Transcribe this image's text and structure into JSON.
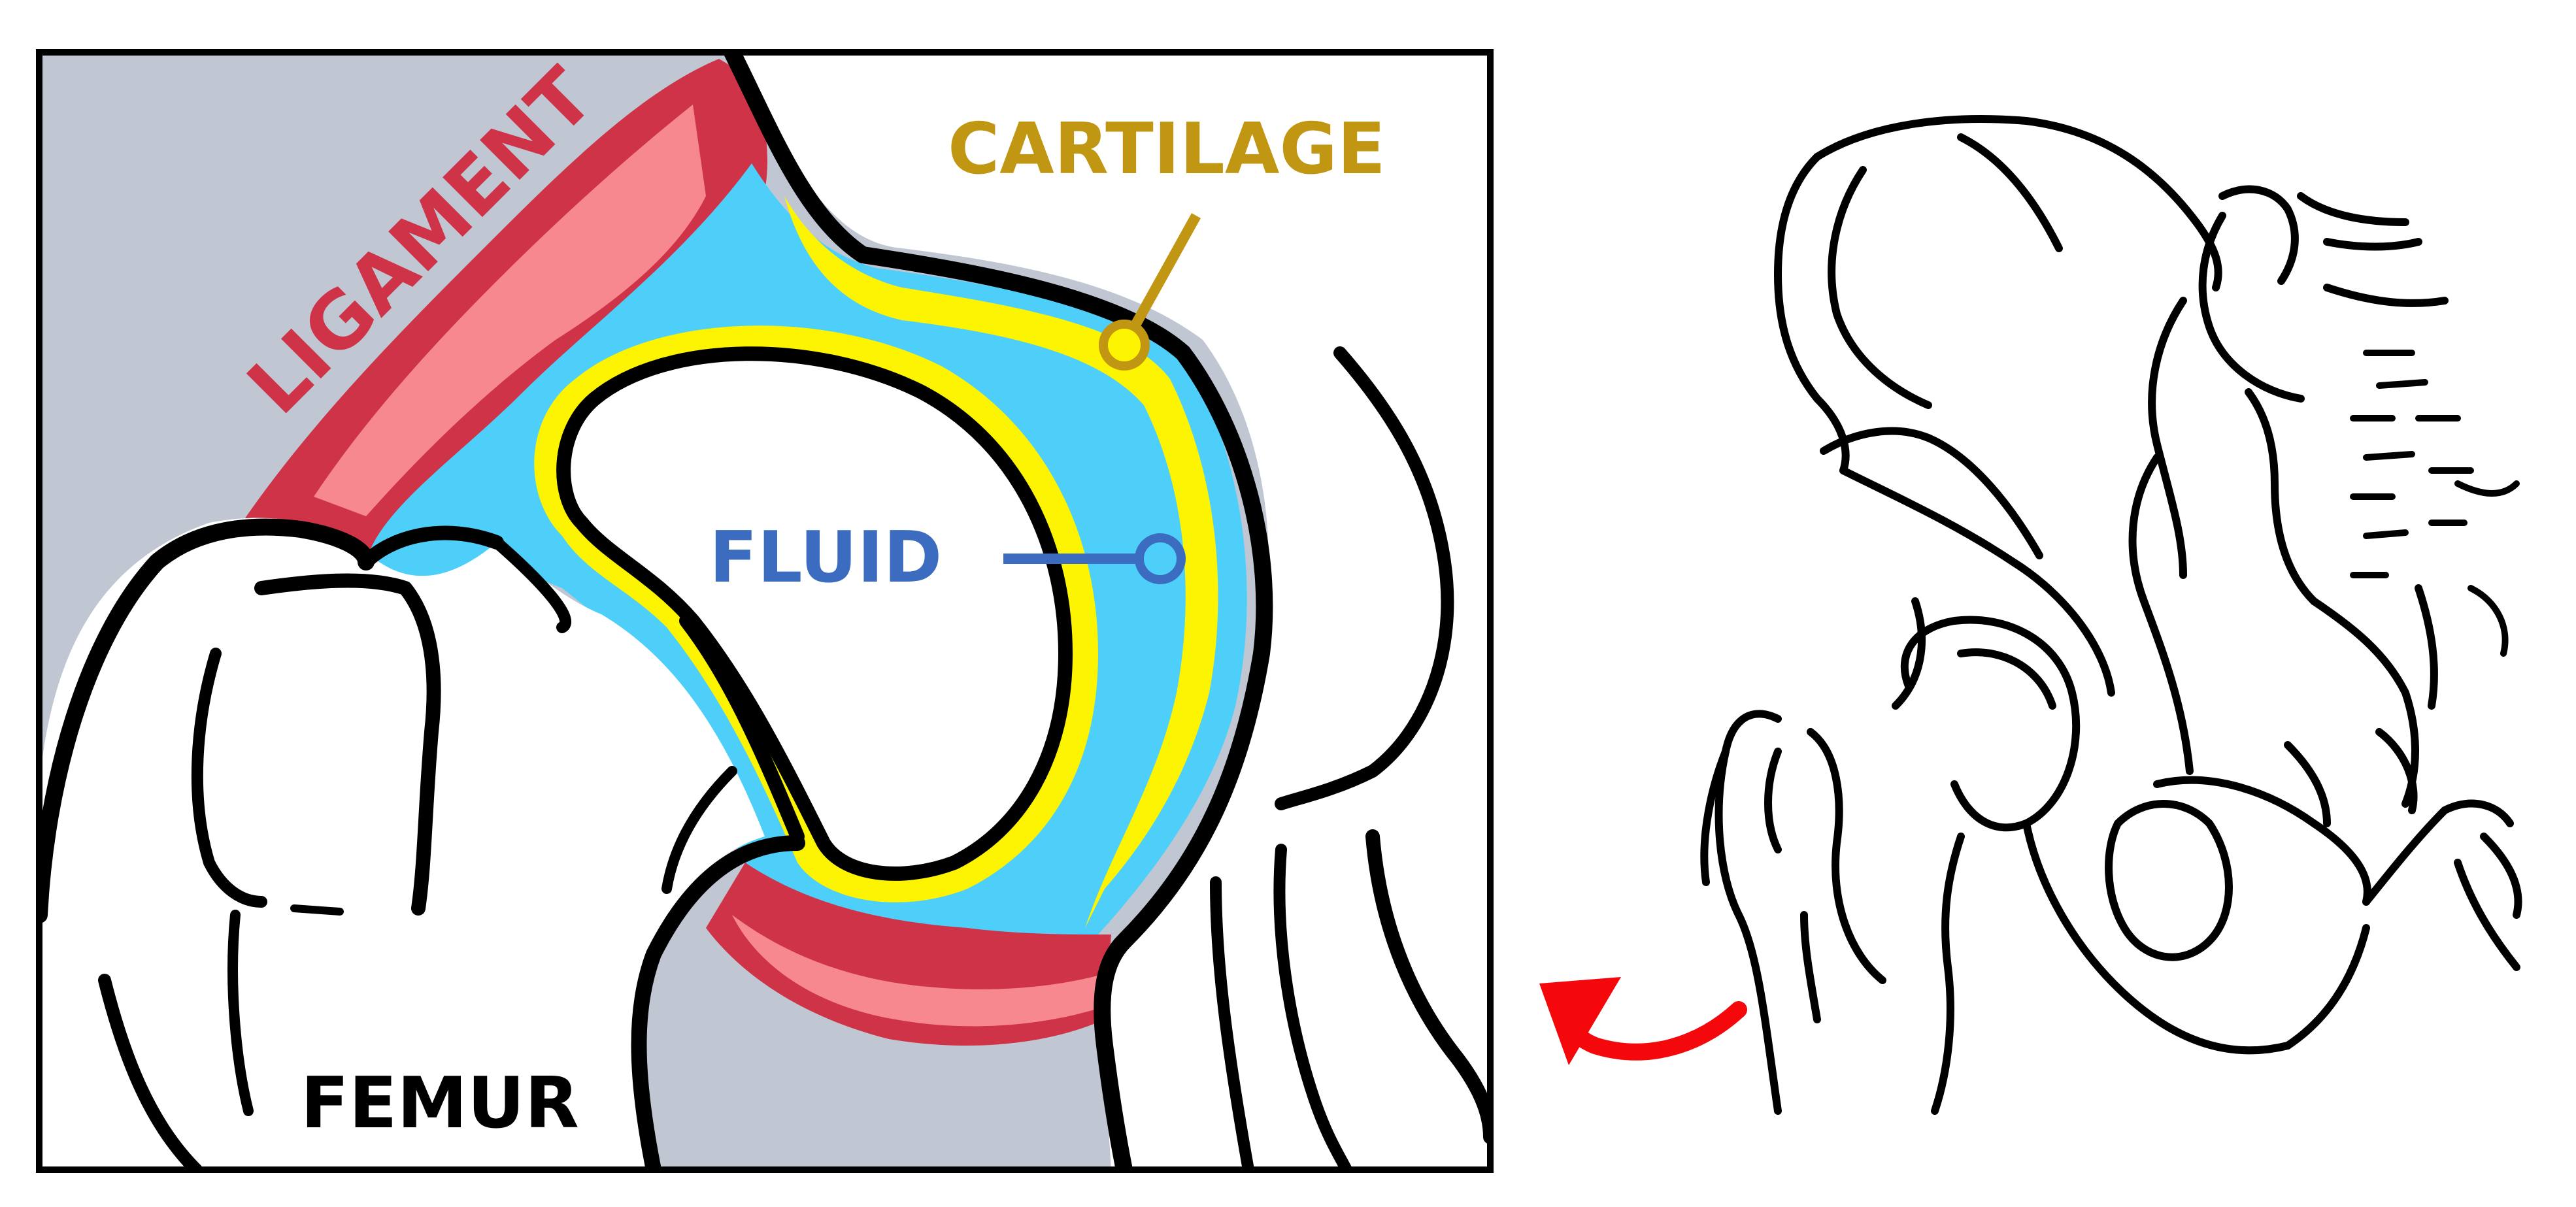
{
  "labels": {
    "ligament": "LIGAMENT",
    "cartilage": "CARTILAGE",
    "fluid": "FLUID",
    "femur": "FEMUR"
  },
  "colors": {
    "background_gray": "#c0c6d2",
    "ligament_dark": "#cf3347",
    "ligament_light": "#f7888f",
    "cartilage": "#fcf400",
    "cartilage_label": "#c09612",
    "fluid": "#4ecffa",
    "fluid_label": "#3c6cc0",
    "outline": "#000000",
    "arrow": "#f5080c"
  },
  "icons": {
    "direction_arrow": "curved-arrow-icon"
  }
}
